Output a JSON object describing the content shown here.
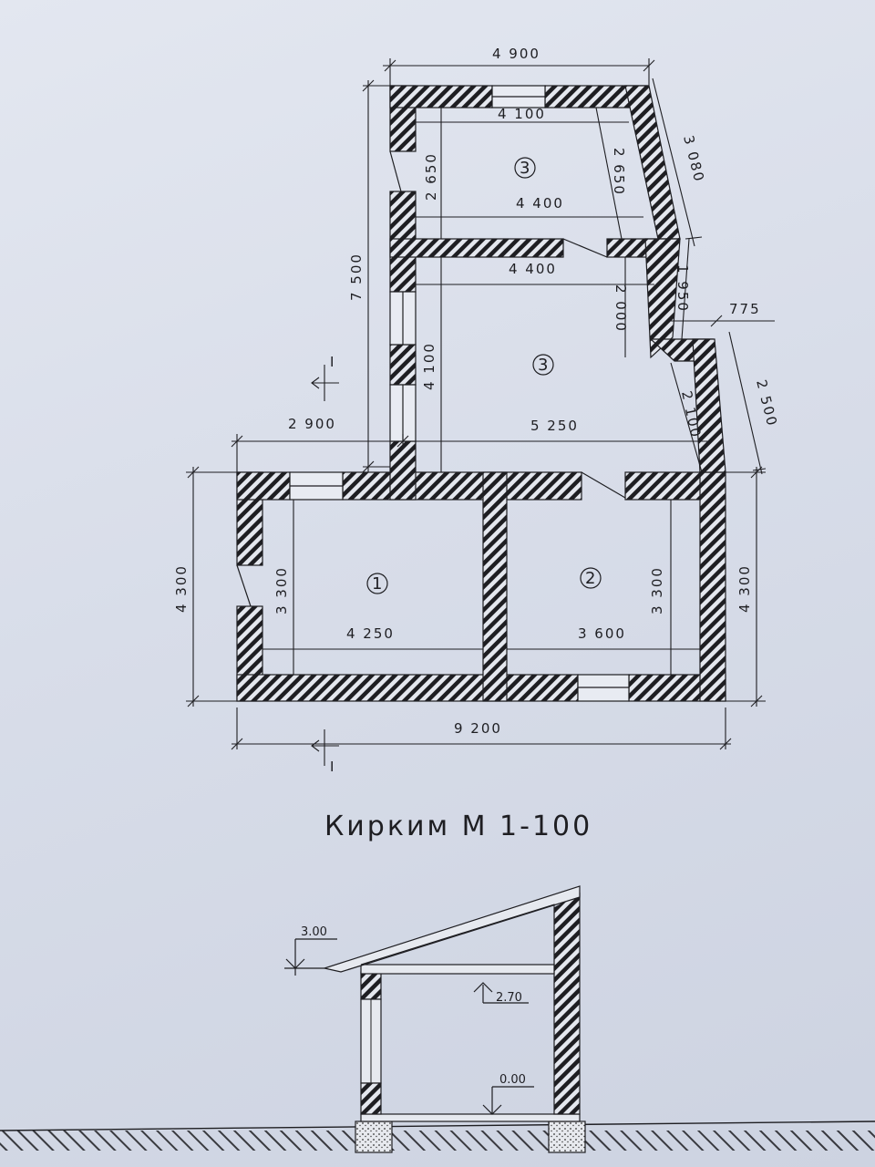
{
  "colors": {
    "ink": "#1e1e22",
    "paper": "#dde2ec"
  },
  "plan": {
    "caption": "Кирким  М 1-100",
    "section_mark": "I",
    "dimensions": {
      "top_width": "4 900",
      "upper_room_inner_width": "4 100",
      "upper_room_height_left": "2 650",
      "upper_room_height_right": "2 650",
      "upper_room_lower_width": "4 400",
      "corridor_width": "4 400",
      "left_total_height": "7 500",
      "mid_room_height": "4 100",
      "right_slant_top": "3 080",
      "right_segment": "1 950",
      "mid_right_height": "2 000",
      "offset": "775",
      "right_segment_2": "2 500",
      "lower_slant": "2 100",
      "left_offset": "2 900",
      "mid_width": "5 250",
      "room1_height": "3 300",
      "room1_width": "4 250",
      "room2_height": "3 300",
      "room2_width": "3 600",
      "left_height": "4 300",
      "right_height": "4 300",
      "total_width": "9 200"
    },
    "rooms": [
      {
        "label": "1"
      },
      {
        "label": "2"
      },
      {
        "label": "3"
      },
      {
        "label": "3"
      }
    ]
  },
  "section": {
    "levels": {
      "roof_top": "3.00",
      "ceiling": "2.70",
      "floor": "0.00"
    }
  }
}
